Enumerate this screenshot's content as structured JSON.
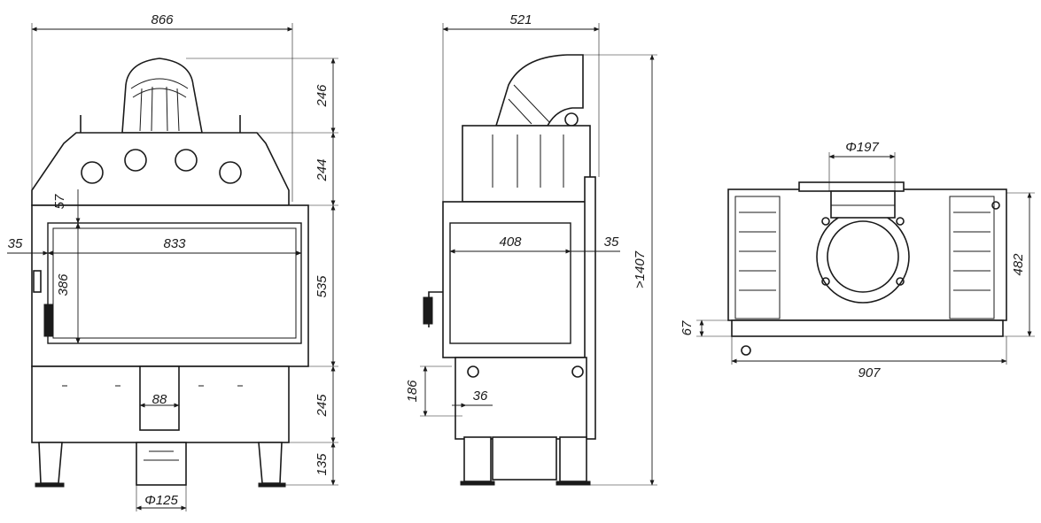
{
  "front_view": {
    "width_label": "866",
    "inner_width_label": "833",
    "left_offset_label": "35",
    "glass_top_label": "57",
    "glass_height_label": "386",
    "flue_height_label": "246",
    "top_section_label": "244",
    "door_height_label": "535",
    "base_height_label": "245",
    "leg_height_label": "135",
    "air_inlet_width_label": "88",
    "air_inlet_diameter_label": "Φ125"
  },
  "side_view": {
    "depth_label": "521",
    "glass_width_label": "408",
    "side_offset_label": "35",
    "total_height_label": ">1407",
    "handle_height_label": "186",
    "handle_offset_label": "36"
  },
  "top_view": {
    "flue_diameter_label": "Φ197",
    "depth_label": "482",
    "front_offset_label": "67",
    "width_label": "907"
  }
}
